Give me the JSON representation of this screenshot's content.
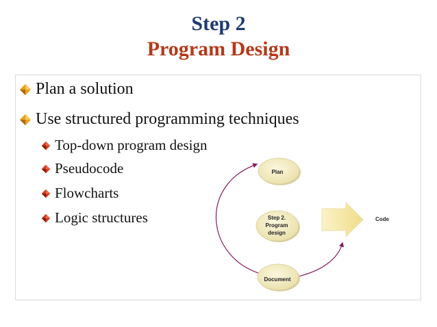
{
  "title": {
    "line1": "Step 2",
    "line2": "Program Design"
  },
  "bullets": [
    {
      "level": 1,
      "text": "Plan a solution"
    },
    {
      "level": 1,
      "text": "Use structured programming techniques"
    },
    {
      "level": 2,
      "text": "Top-down program design"
    },
    {
      "level": 2,
      "text": "Pseudocode"
    },
    {
      "level": 2,
      "text": "Flowcharts"
    },
    {
      "level": 2,
      "text": "Logic structures"
    }
  ],
  "diagram": {
    "nodes": {
      "plan": "Plan",
      "step2_line1": "Step 2.",
      "step2_line2": "Program",
      "step2_line3": "design",
      "document": "Document",
      "code": "Code"
    }
  },
  "colors": {
    "title_blue": "#1f3a72",
    "title_red": "#b33a1a",
    "node_fill": "#f5eec4",
    "arrow_purple": "#8a1a5a",
    "big_arrow": "#f3e6a0"
  },
  "icons": [
    "diamond-bullet-icon"
  ]
}
